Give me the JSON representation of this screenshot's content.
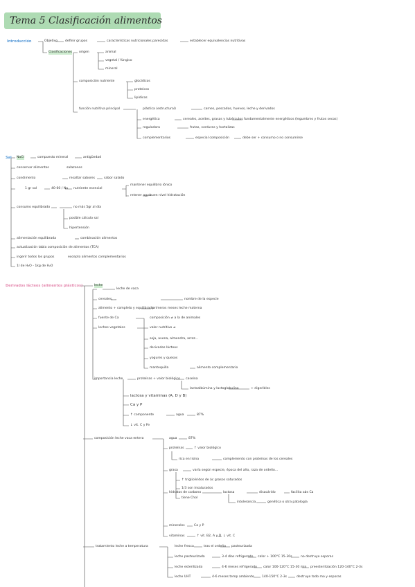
{
  "title": "Tema 5 Clasificación alimentos",
  "colors": {
    "title_bg": "#aedbb3",
    "section_blue": "#5a9bd8",
    "section_pink": "#e58bb0",
    "line": "#444444"
  },
  "intro": {
    "label": "Introducción",
    "l1": [
      "Objetivo",
      "Clasificaciones"
    ],
    "objetivo": [
      "definir grupos",
      "características nutricionales parecidas",
      "establecer equivalencias nutritivas"
    ],
    "clas_children": [
      "origen",
      "composición nutriente",
      "función nutritiva principal"
    ],
    "origen": [
      "animal",
      "vegetal / fúngico",
      "mineral"
    ],
    "composicion": [
      "glúcidicos",
      "proteicos",
      "lipídicos"
    ],
    "funcion": [
      [
        "plástica (estructural)",
        "carnes, pescados, huevos, leche y derivados"
      ],
      [
        "energética",
        "cereales, aceites, grasas y tubérculos",
        "fundamentalmente energéticos (legumbres y frutos secos)"
      ],
      [
        "reguladora",
        "frutas, verduras y hortalizas"
      ],
      [
        "complementarios",
        "especial composición",
        "debe ser + consumo o no consumirse"
      ]
    ]
  },
  "sal": {
    "label": "Sal",
    "rows": [
      [
        "NaCl",
        "compuesto mineral",
        "antigüedad"
      ],
      [
        "conservar alimentos",
        "salazones"
      ],
      [
        "condimento",
        "resaltar sabores",
        "sabor salado"
      ],
      [
        "1 gr sal",
        "40-60 / Na",
        "nutriente esencial"
      ],
      [
        "consumo equilibrado",
        "no más 5gr al día"
      ],
      [
        "alimentación equilibrada",
        "combinación alimentos"
      ],
      [
        "actualización tabla composición de alimentos (TCA)"
      ],
      [
        "ingerir todos los grupos",
        "excepto alimentos complementarios"
      ],
      [
        "1l de H₂O - 1kg de H₂O"
      ]
    ],
    "nutriente_sub": [
      "mantener equilibrio iónico",
      "retener agua",
      "buen nivel hidratación"
    ],
    "consumo_sub": [
      "posible cálculo sal",
      "hipertensión"
    ]
  },
  "derivados": {
    "label": "Derivados lácteos (alimentos plásticos)",
    "leche": {
      "label": "leche",
      "rows": [
        [
          "leche",
          "leche de vaca"
        ],
        [
          "cereales, ...",
          "nombre de la especie"
        ],
        [
          "alimento + completo y equilibrado",
          "primeros meses leche materna"
        ],
        [
          "fuente de Ca",
          "composición ≠ a la de animales"
        ],
        [
          "leches vegetales",
          "valor nutritivo ≠"
        ]
      ],
      "vegetales": [
        "soja, avena, almendra, arroz...",
        "derivados lácteos",
        "yogures y quesos",
        "mantequilla",
        "alimento complementario"
      ],
      "importancia": {
        "label": "importancia leche",
        "items": [
          "proteínas + valor biológico",
          "caseína",
          "lactoalbúmina y lactoglobulina",
          "+ digeribles",
          "lactosa y vitaminas (A, D y B)",
          "Ca y P",
          "↑ componente",
          "agua",
          "87%",
          "↓ vit. C y Fe"
        ]
      },
      "composicion": {
        "label": "composición leche vaca entera",
        "items": [
          "agua",
          "87%",
          "proteínas",
          "↑ valor biológico",
          "rica en lisina",
          "complemento con proteínas de los cereales",
          "grasa",
          "varía según especie, época del año, raza de ordeño...",
          "↑ triglicéridos de ác grasos saturados",
          "1/3 son insaturados",
          "tiene Chol",
          "hidratos de carbono",
          "lactosa",
          "disacárido",
          "facilita abs Ca",
          "intolerancia",
          "genética o otra patología",
          "minerales",
          "Ca y P",
          "vitaminas",
          "↑ vit. B2, A y D",
          "↓ vit. C"
        ]
      },
      "tratamiento": {
        "label": "tratamiento leche a temperatura",
        "rows": [
          [
            "leche fresca",
            "tras el ordeño",
            "pasteurizada"
          ],
          [
            "leche pasteurizada",
            "3-4 días refrigerado",
            "calor + 100°C 15-30s",
            "no destruye esporas"
          ],
          [
            "leche esterilizada",
            "4-6 meses refrigerado",
            "calor 100-120°C 15-30 min",
            "preesterilización 120-140°C 2-3s"
          ],
          [
            "leche UHT",
            "4-6 meses temp ambiente",
            "140-150°C 2-3s",
            "destruye todo mo y esporas"
          ]
        ]
      }
    }
  }
}
